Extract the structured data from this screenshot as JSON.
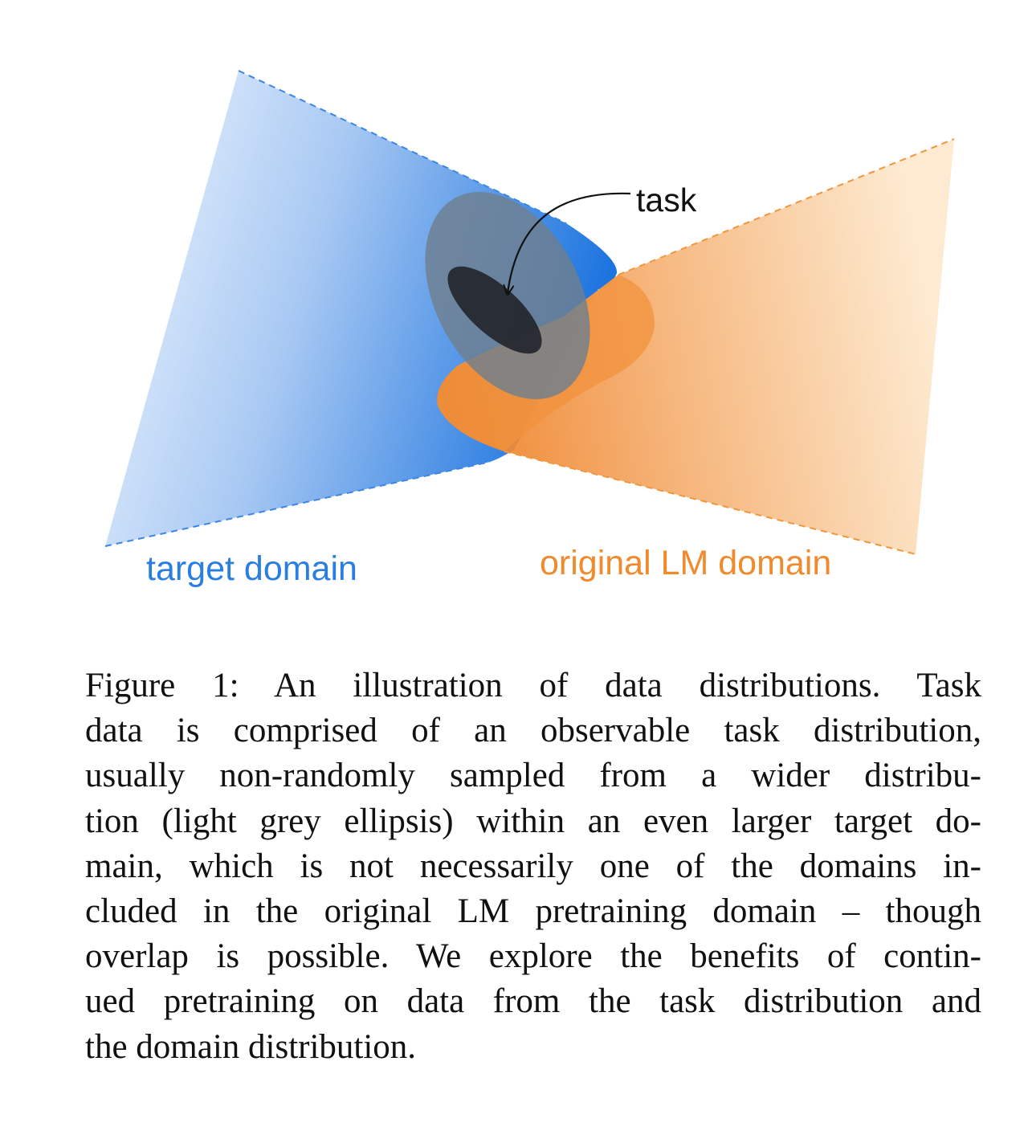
{
  "figure": {
    "labels": {
      "task": "task",
      "target_domain": "target domain",
      "original_domain": "original LM domain"
    },
    "colors": {
      "target_light": "#d6e6fb",
      "target_dark": "#1f78e0",
      "original_light": "#fde9cd",
      "original_dark": "#f08428",
      "task_outer": "#6f7f8f",
      "task_inner": "#2a2d33",
      "target_text": "#2a7de1",
      "original_text": "#f08a2c",
      "label_text": "#111111"
    }
  },
  "caption": {
    "lines": [
      "Figure 1:  An illustration of data distributions.  Task",
      "data is comprised of an observable task distribution,",
      "usually non-randomly sampled from a wider distribu-",
      "tion (light grey ellipsis) within an even larger target do-",
      "main, which is not necessarily one of the domains in-",
      "cluded in the original LM pretraining domain – though",
      "overlap is possible.  We explore the benefits of contin-",
      "ued pretraining on data from the task distribution and",
      "the domain distribution."
    ]
  }
}
